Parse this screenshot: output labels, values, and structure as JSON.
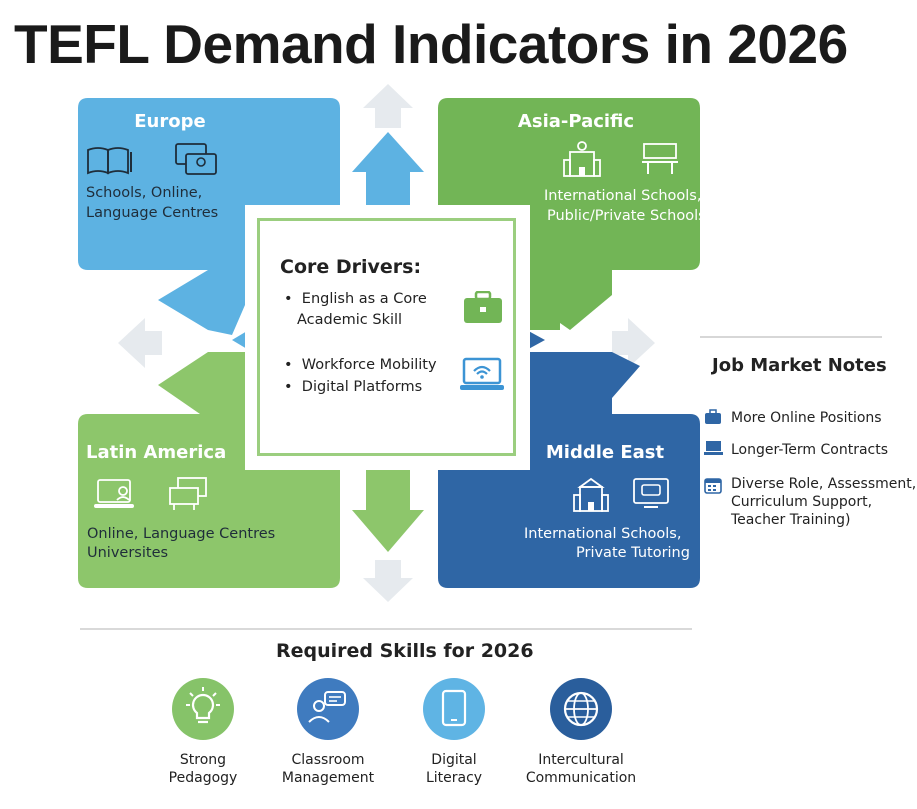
{
  "title": "TEFL Demand Indicators in 2026",
  "regions": {
    "europe": {
      "name": "Europe",
      "lines": [
        "Schools, Online,",
        "Language Centres"
      ],
      "color": "#5db2e2"
    },
    "asia": {
      "name": "Asia-Pacific",
      "lines": [
        "International Schools,",
        "Public/Private Schools"
      ],
      "color": "#72b556"
    },
    "latam": {
      "name": "Latin America",
      "lines": [
        "Online, Language Centres",
        "Universites"
      ],
      "color": "#8dc66b"
    },
    "mideast": {
      "name": "Middle East",
      "lines": [
        "International  Schools,",
        "Private Tutoring"
      ],
      "color": "#2f66a5"
    }
  },
  "core": {
    "title": "Core Drivers:",
    "bullets": [
      "English as a Core",
      "Academic Skill",
      "Workforce Mobility",
      "Digital Platforms"
    ],
    "icons": [
      "briefcase-icon",
      "laptop-wifi-icon"
    ]
  },
  "notes": {
    "title": "Job Market Notes",
    "items": [
      "More Online Positions",
      "Longer-Term Contracts",
      "Diverse Role, Assessment,",
      "Curriculum Support,",
      "Teacher Training)"
    ]
  },
  "skills": {
    "title": "Required Skills for 2026",
    "items": [
      {
        "line1": "Strong",
        "line2": "Pedagogy",
        "icon": "lightbulb-icon",
        "color": "#86c369"
      },
      {
        "line1": "Classroom",
        "line2": "Management",
        "icon": "teacher-chat-icon",
        "color": "#3f7bbf"
      },
      {
        "line1": "Digital",
        "line2": "Literacy",
        "icon": "tablet-icon",
        "color": "#5fb4e4"
      },
      {
        "line1": "Intercultural",
        "line2": "Communication",
        "icon": "globe-icon",
        "color": "#2a5e9c"
      }
    ]
  }
}
